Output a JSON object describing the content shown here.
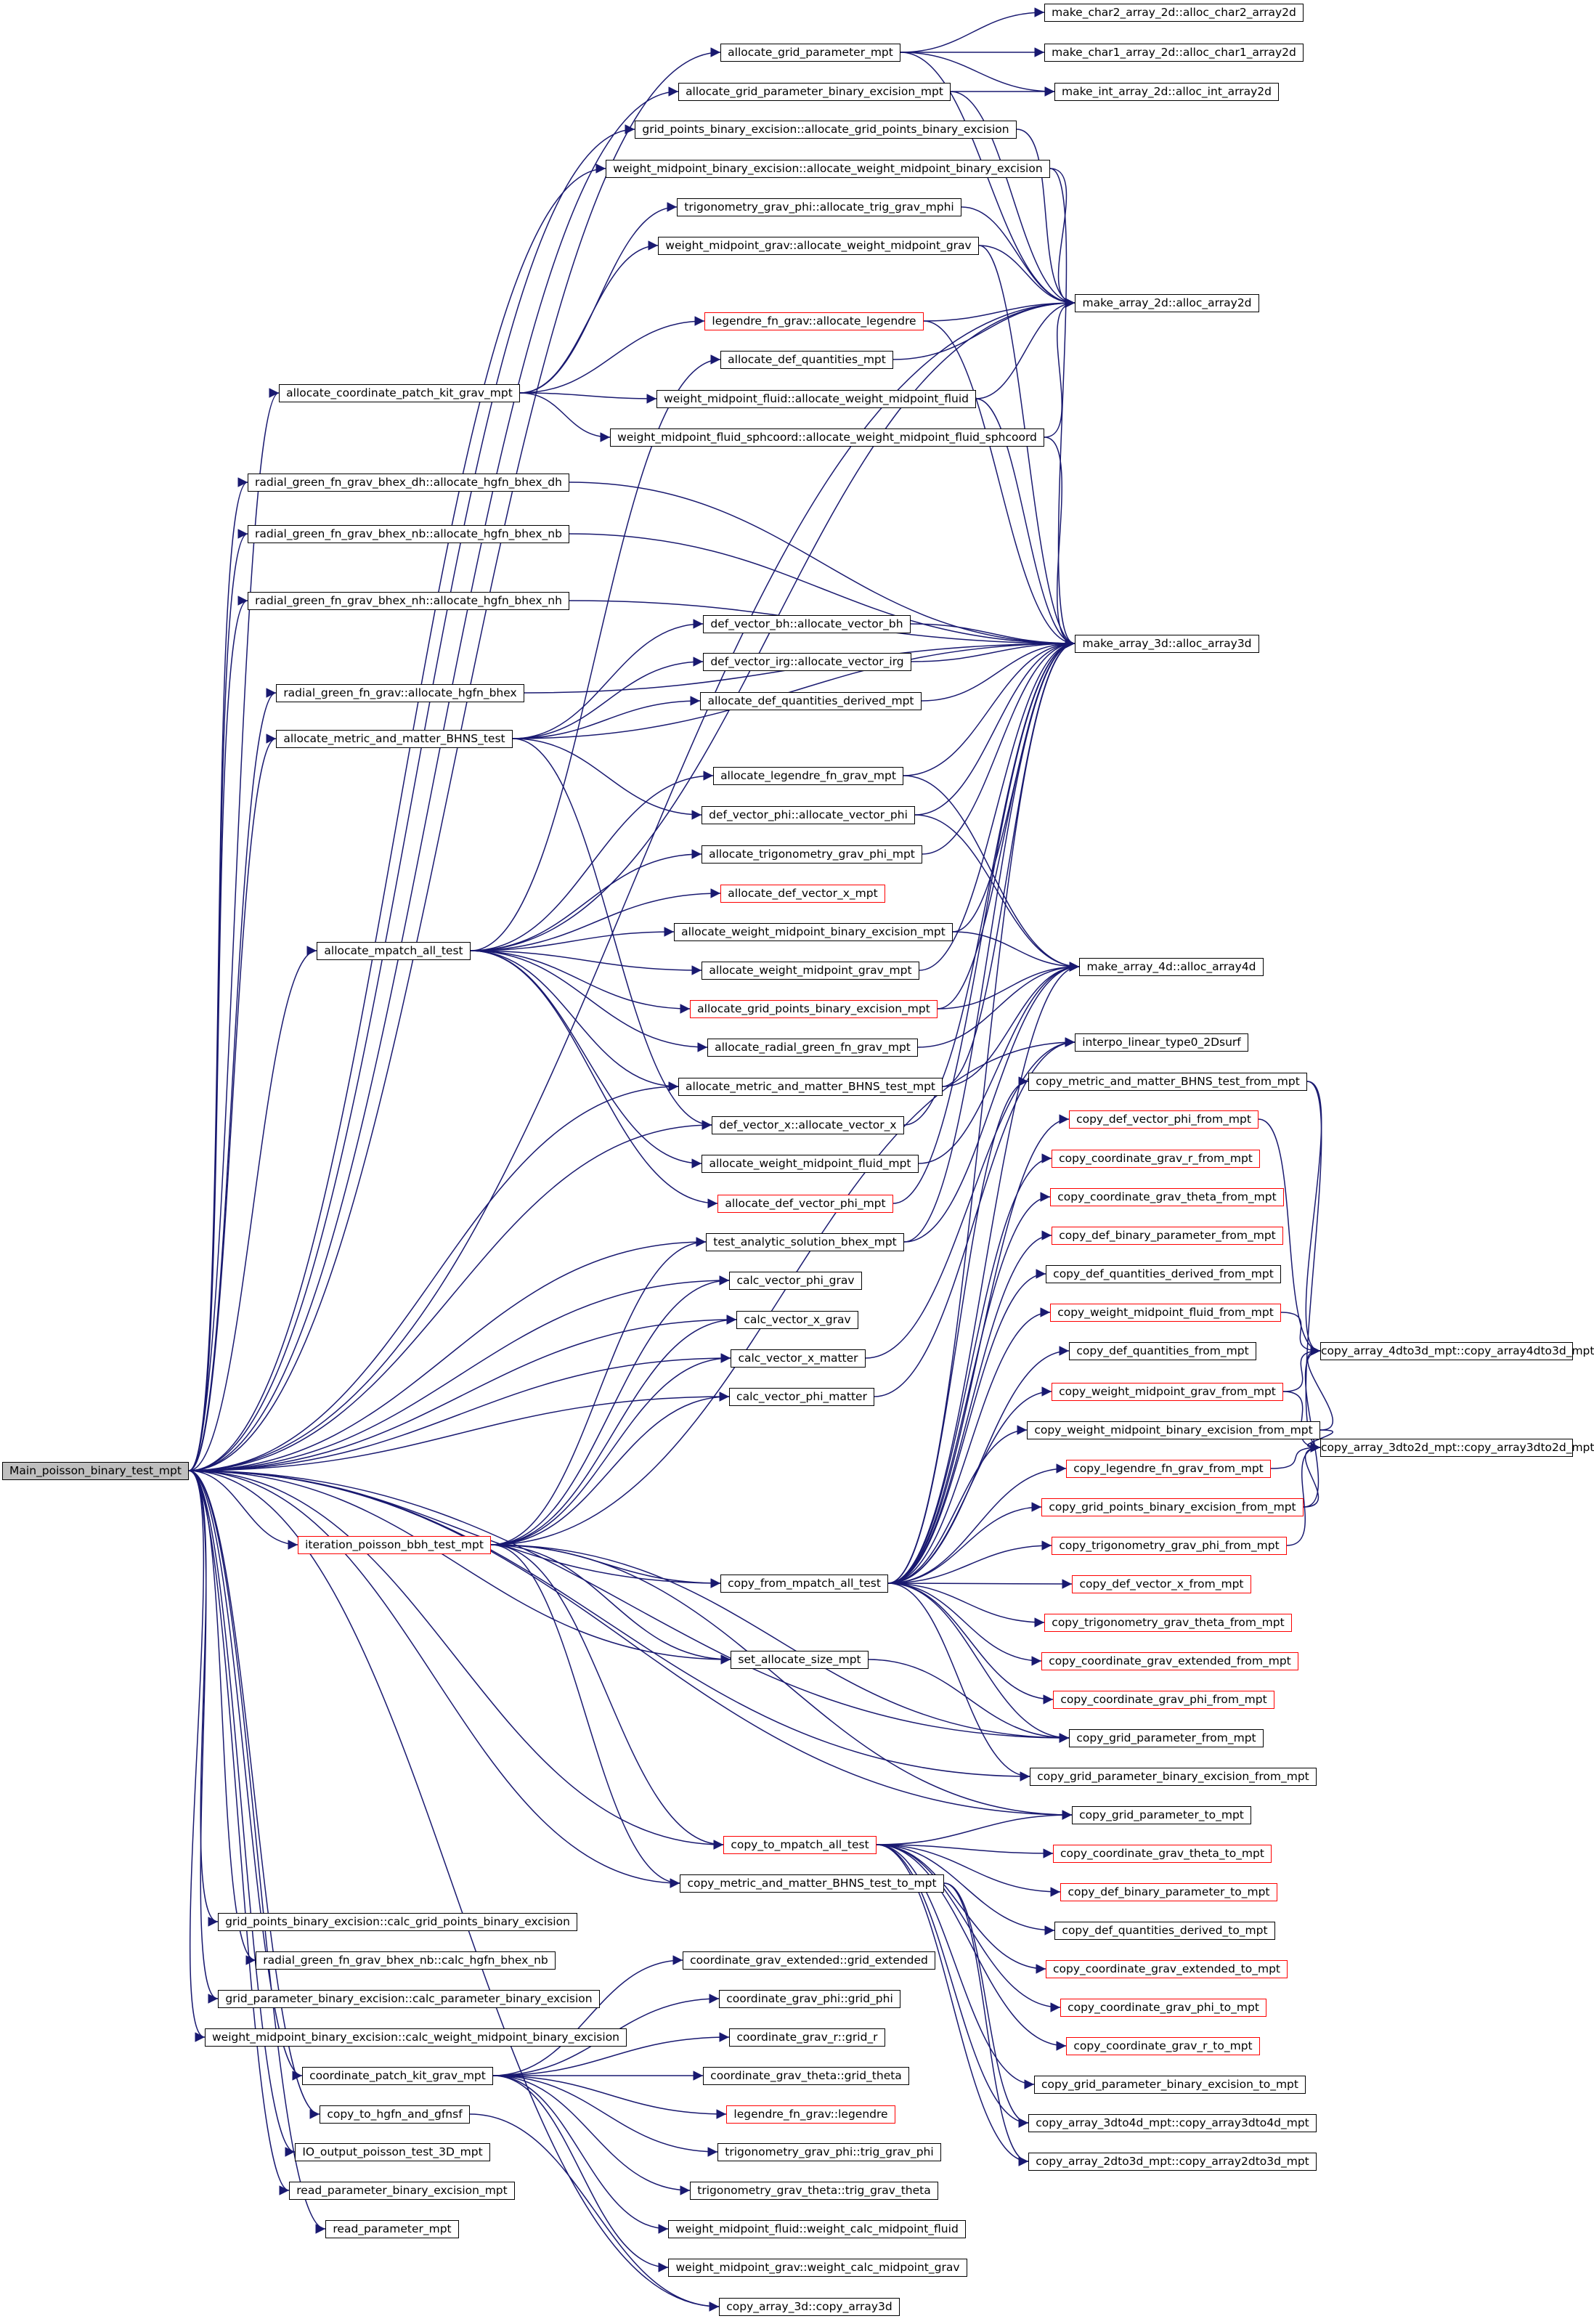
{
  "title": "Main_poisson_binary_test_mpt",
  "colors": {
    "edge": "#191970",
    "node_border": "#000000",
    "incomplete_border": "#ff0000",
    "root_fill": "#bfbfbf"
  },
  "nodes": [
    {
      "id": "root",
      "label": "Main_poisson_binary_test_mpt",
      "root": true
    },
    {
      "id": "agp",
      "label": "allocate_grid_parameter_mpt"
    },
    {
      "id": "agpbe",
      "label": "allocate_grid_parameter_binary_excision_mpt"
    },
    {
      "id": "gpbe_alloc",
      "label": "grid_points_binary_excision::allocate_grid_points_binary_excision"
    },
    {
      "id": "wmbe_alloc",
      "label": "weight_midpoint_binary_excision::allocate_weight_midpoint_binary_excision"
    },
    {
      "id": "trig_phi_alloc",
      "label": "trigonometry_grav_phi::allocate_trig_grav_mphi"
    },
    {
      "id": "wmg_alloc",
      "label": "weight_midpoint_grav::allocate_weight_midpoint_grav"
    },
    {
      "id": "leg_alloc",
      "label": "legendre_fn_grav::allocate_legendre",
      "red": true
    },
    {
      "id": "adq",
      "label": "allocate_def_quantities_mpt"
    },
    {
      "id": "acpk",
      "label": "allocate_coordinate_patch_kit_grav_mpt"
    },
    {
      "id": "wmf_alloc",
      "label": "weight_midpoint_fluid::allocate_weight_midpoint_fluid"
    },
    {
      "id": "wmfs_alloc",
      "label": "weight_midpoint_fluid_sphcoord::allocate_weight_midpoint_fluid_sphcoord"
    },
    {
      "id": "hgfn_dh",
      "label": "radial_green_fn_grav_bhex_dh::allocate_hgfn_bhex_dh"
    },
    {
      "id": "hgfn_nb",
      "label": "radial_green_fn_grav_bhex_nb::allocate_hgfn_bhex_nb"
    },
    {
      "id": "hgfn_nh",
      "label": "radial_green_fn_grav_bhex_nh::allocate_hgfn_bhex_nh"
    },
    {
      "id": "hgfn",
      "label": "radial_green_fn_grav::allocate_hgfn_bhex"
    },
    {
      "id": "amm",
      "label": "allocate_metric_and_matter_BHNS_test"
    },
    {
      "id": "dvbh",
      "label": "def_vector_bh::allocate_vector_bh"
    },
    {
      "id": "dvirg",
      "label": "def_vector_irg::allocate_vector_irg"
    },
    {
      "id": "adqd",
      "label": "allocate_def_quantities_derived_mpt"
    },
    {
      "id": "alfg",
      "label": "allocate_legendre_fn_grav_mpt"
    },
    {
      "id": "dvphi",
      "label": "def_vector_phi::allocate_vector_phi"
    },
    {
      "id": "atgp",
      "label": "allocate_trigonometry_grav_phi_mpt"
    },
    {
      "id": "advx",
      "label": "allocate_def_vector_x_mpt",
      "red": true
    },
    {
      "id": "amat",
      "label": "allocate_mpatch_all_test"
    },
    {
      "id": "awmbe",
      "label": "allocate_weight_midpoint_binary_excision_mpt"
    },
    {
      "id": "awmg",
      "label": "allocate_weight_midpoint_grav_mpt"
    },
    {
      "id": "agpbe2",
      "label": "allocate_grid_points_binary_excision_mpt",
      "red": true
    },
    {
      "id": "argf",
      "label": "allocate_radial_green_fn_grav_mpt"
    },
    {
      "id": "ammbt",
      "label": "allocate_metric_and_matter_BHNS_test_mpt"
    },
    {
      "id": "dvx",
      "label": "def_vector_x::allocate_vector_x"
    },
    {
      "id": "awmf",
      "label": "allocate_weight_midpoint_fluid_mpt"
    },
    {
      "id": "advphi",
      "label": "allocate_def_vector_phi_mpt",
      "red": true
    },
    {
      "id": "tas",
      "label": "test_analytic_solution_bhex_mpt"
    },
    {
      "id": "cvpg",
      "label": "calc_vector_phi_grav"
    },
    {
      "id": "cvxg",
      "label": "calc_vector_x_grav"
    },
    {
      "id": "cvxm",
      "label": "calc_vector_x_matter"
    },
    {
      "id": "cvpm",
      "label": "calc_vector_phi_matter"
    },
    {
      "id": "ipb",
      "label": "iteration_poisson_bbh_test_mpt",
      "red": true
    },
    {
      "id": "cfm",
      "label": "copy_from_mpatch_all_test"
    },
    {
      "id": "sas",
      "label": "set_allocate_size_mpt"
    },
    {
      "id": "ctm",
      "label": "copy_to_mpatch_all_test",
      "red": true
    },
    {
      "id": "cmmtm",
      "label": "copy_metric_and_matter_BHNS_test_to_mpt"
    },
    {
      "id": "calc_gpbe",
      "label": "grid_points_binary_excision::calc_grid_points_binary_excision"
    },
    {
      "id": "calc_hgfn",
      "label": "radial_green_fn_grav_bhex_nb::calc_hgfn_bhex_nb"
    },
    {
      "id": "calc_gpar",
      "label": "grid_parameter_binary_excision::calc_parameter_binary_excision"
    },
    {
      "id": "calc_wmbe",
      "label": "weight_midpoint_binary_excision::calc_weight_midpoint_binary_excision"
    },
    {
      "id": "cpk",
      "label": "coordinate_patch_kit_grav_mpt"
    },
    {
      "id": "cthg",
      "label": "copy_to_hgfn_and_gfnsf"
    },
    {
      "id": "io",
      "label": "IO_output_poisson_test_3D_mpt"
    },
    {
      "id": "rpbe",
      "label": "read_parameter_binary_excision_mpt"
    },
    {
      "id": "rp",
      "label": "read_parameter_mpt"
    },
    {
      "id": "ge",
      "label": "coordinate_grav_extended::grid_extended"
    },
    {
      "id": "gphi",
      "label": "coordinate_grav_phi::grid_phi"
    },
    {
      "id": "gr",
      "label": "coordinate_grav_r::grid_r"
    },
    {
      "id": "gtheta",
      "label": "coordinate_grav_theta::grid_theta"
    },
    {
      "id": "leg",
      "label": "legendre_fn_grav::legendre",
      "red": true
    },
    {
      "id": "tgphi",
      "label": "trigonometry_grav_phi::trig_grav_phi"
    },
    {
      "id": "tgtheta",
      "label": "trigonometry_grav_theta::trig_grav_theta"
    },
    {
      "id": "wcmf",
      "label": "weight_midpoint_fluid::weight_calc_midpoint_fluid"
    },
    {
      "id": "wcmg",
      "label": "weight_midpoint_grav::weight_calc_midpoint_grav"
    },
    {
      "id": "ca3d",
      "label": "copy_array_3d::copy_array3d"
    },
    {
      "id": "mc2",
      "label": "make_char2_array_2d::alloc_char2_array2d"
    },
    {
      "id": "mc1",
      "label": "make_char1_array_2d::alloc_char1_array2d"
    },
    {
      "id": "mi2",
      "label": "make_int_array_2d::alloc_int_array2d"
    },
    {
      "id": "ma2",
      "label": "make_array_2d::alloc_array2d"
    },
    {
      "id": "ma3",
      "label": "make_array_3d::alloc_array3d"
    },
    {
      "id": "ma4",
      "label": "make_array_4d::alloc_array4d"
    },
    {
      "id": "ilt",
      "label": "interpo_linear_type0_2Dsurf"
    },
    {
      "id": "cmmfm",
      "label": "copy_metric_and_matter_BHNS_test_from_mpt"
    },
    {
      "id": "cdvphif",
      "label": "copy_def_vector_phi_from_mpt",
      "red": true
    },
    {
      "id": "cgrf",
      "label": "copy_coordinate_grav_r_from_mpt",
      "red": true
    },
    {
      "id": "cgtf",
      "label": "copy_coordinate_grav_theta_from_mpt",
      "red": true
    },
    {
      "id": "cdbpf",
      "label": "copy_def_binary_parameter_from_mpt",
      "red": true
    },
    {
      "id": "cdqdf",
      "label": "copy_def_quantities_derived_from_mpt"
    },
    {
      "id": "cwmff",
      "label": "copy_weight_midpoint_fluid_from_mpt",
      "red": true
    },
    {
      "id": "cdqf",
      "label": "copy_def_quantities_from_mpt"
    },
    {
      "id": "cwmgf",
      "label": "copy_weight_midpoint_grav_from_mpt",
      "red": true
    },
    {
      "id": "cwmbef",
      "label": "copy_weight_midpoint_binary_excision_from_mpt"
    },
    {
      "id": "clff",
      "label": "copy_legendre_fn_grav_from_mpt",
      "red": true
    },
    {
      "id": "cgpbef",
      "label": "copy_grid_points_binary_excision_from_mpt",
      "red": true
    },
    {
      "id": "ctgpf",
      "label": "copy_trigonometry_grav_phi_from_mpt",
      "red": true
    },
    {
      "id": "cdvxf",
      "label": "copy_def_vector_x_from_mpt",
      "red": true
    },
    {
      "id": "ctgtf",
      "label": "copy_trigonometry_grav_theta_from_mpt",
      "red": true
    },
    {
      "id": "ccgef",
      "label": "copy_coordinate_grav_extended_from_mpt",
      "red": true
    },
    {
      "id": "ccgpf",
      "label": "copy_coordinate_grav_phi_from_mpt",
      "red": true
    },
    {
      "id": "cgpf",
      "label": "copy_grid_parameter_from_mpt"
    },
    {
      "id": "cgpbexf",
      "label": "copy_grid_parameter_binary_excision_from_mpt"
    },
    {
      "id": "cgpt",
      "label": "copy_grid_parameter_to_mpt"
    },
    {
      "id": "ccgtt",
      "label": "copy_coordinate_grav_theta_to_mpt",
      "red": true
    },
    {
      "id": "cdbpt",
      "label": "copy_def_binary_parameter_to_mpt",
      "red": true
    },
    {
      "id": "cdqdt",
      "label": "copy_def_quantities_derived_to_mpt"
    },
    {
      "id": "ccget",
      "label": "copy_coordinate_grav_extended_to_mpt",
      "red": true
    },
    {
      "id": "ccgpt",
      "label": "copy_coordinate_grav_phi_to_mpt",
      "red": true
    },
    {
      "id": "ccgrt",
      "label": "copy_coordinate_grav_r_to_mpt",
      "red": true
    },
    {
      "id": "cgpbext",
      "label": "copy_grid_parameter_binary_excision_to_mpt"
    },
    {
      "id": "ca3to4",
      "label": "copy_array_3dto4d_mpt::copy_array3dto4d_mpt"
    },
    {
      "id": "ca2to3",
      "label": "copy_array_2dto3d_mpt::copy_array2dto3d_mpt"
    },
    {
      "id": "ca4to3",
      "label": "copy_array_4dto3d_mpt::copy_array4dto3d_mpt"
    },
    {
      "id": "ca3to2",
      "label": "copy_array_3dto2d_mpt::copy_array3dto2d_mpt"
    }
  ]
}
